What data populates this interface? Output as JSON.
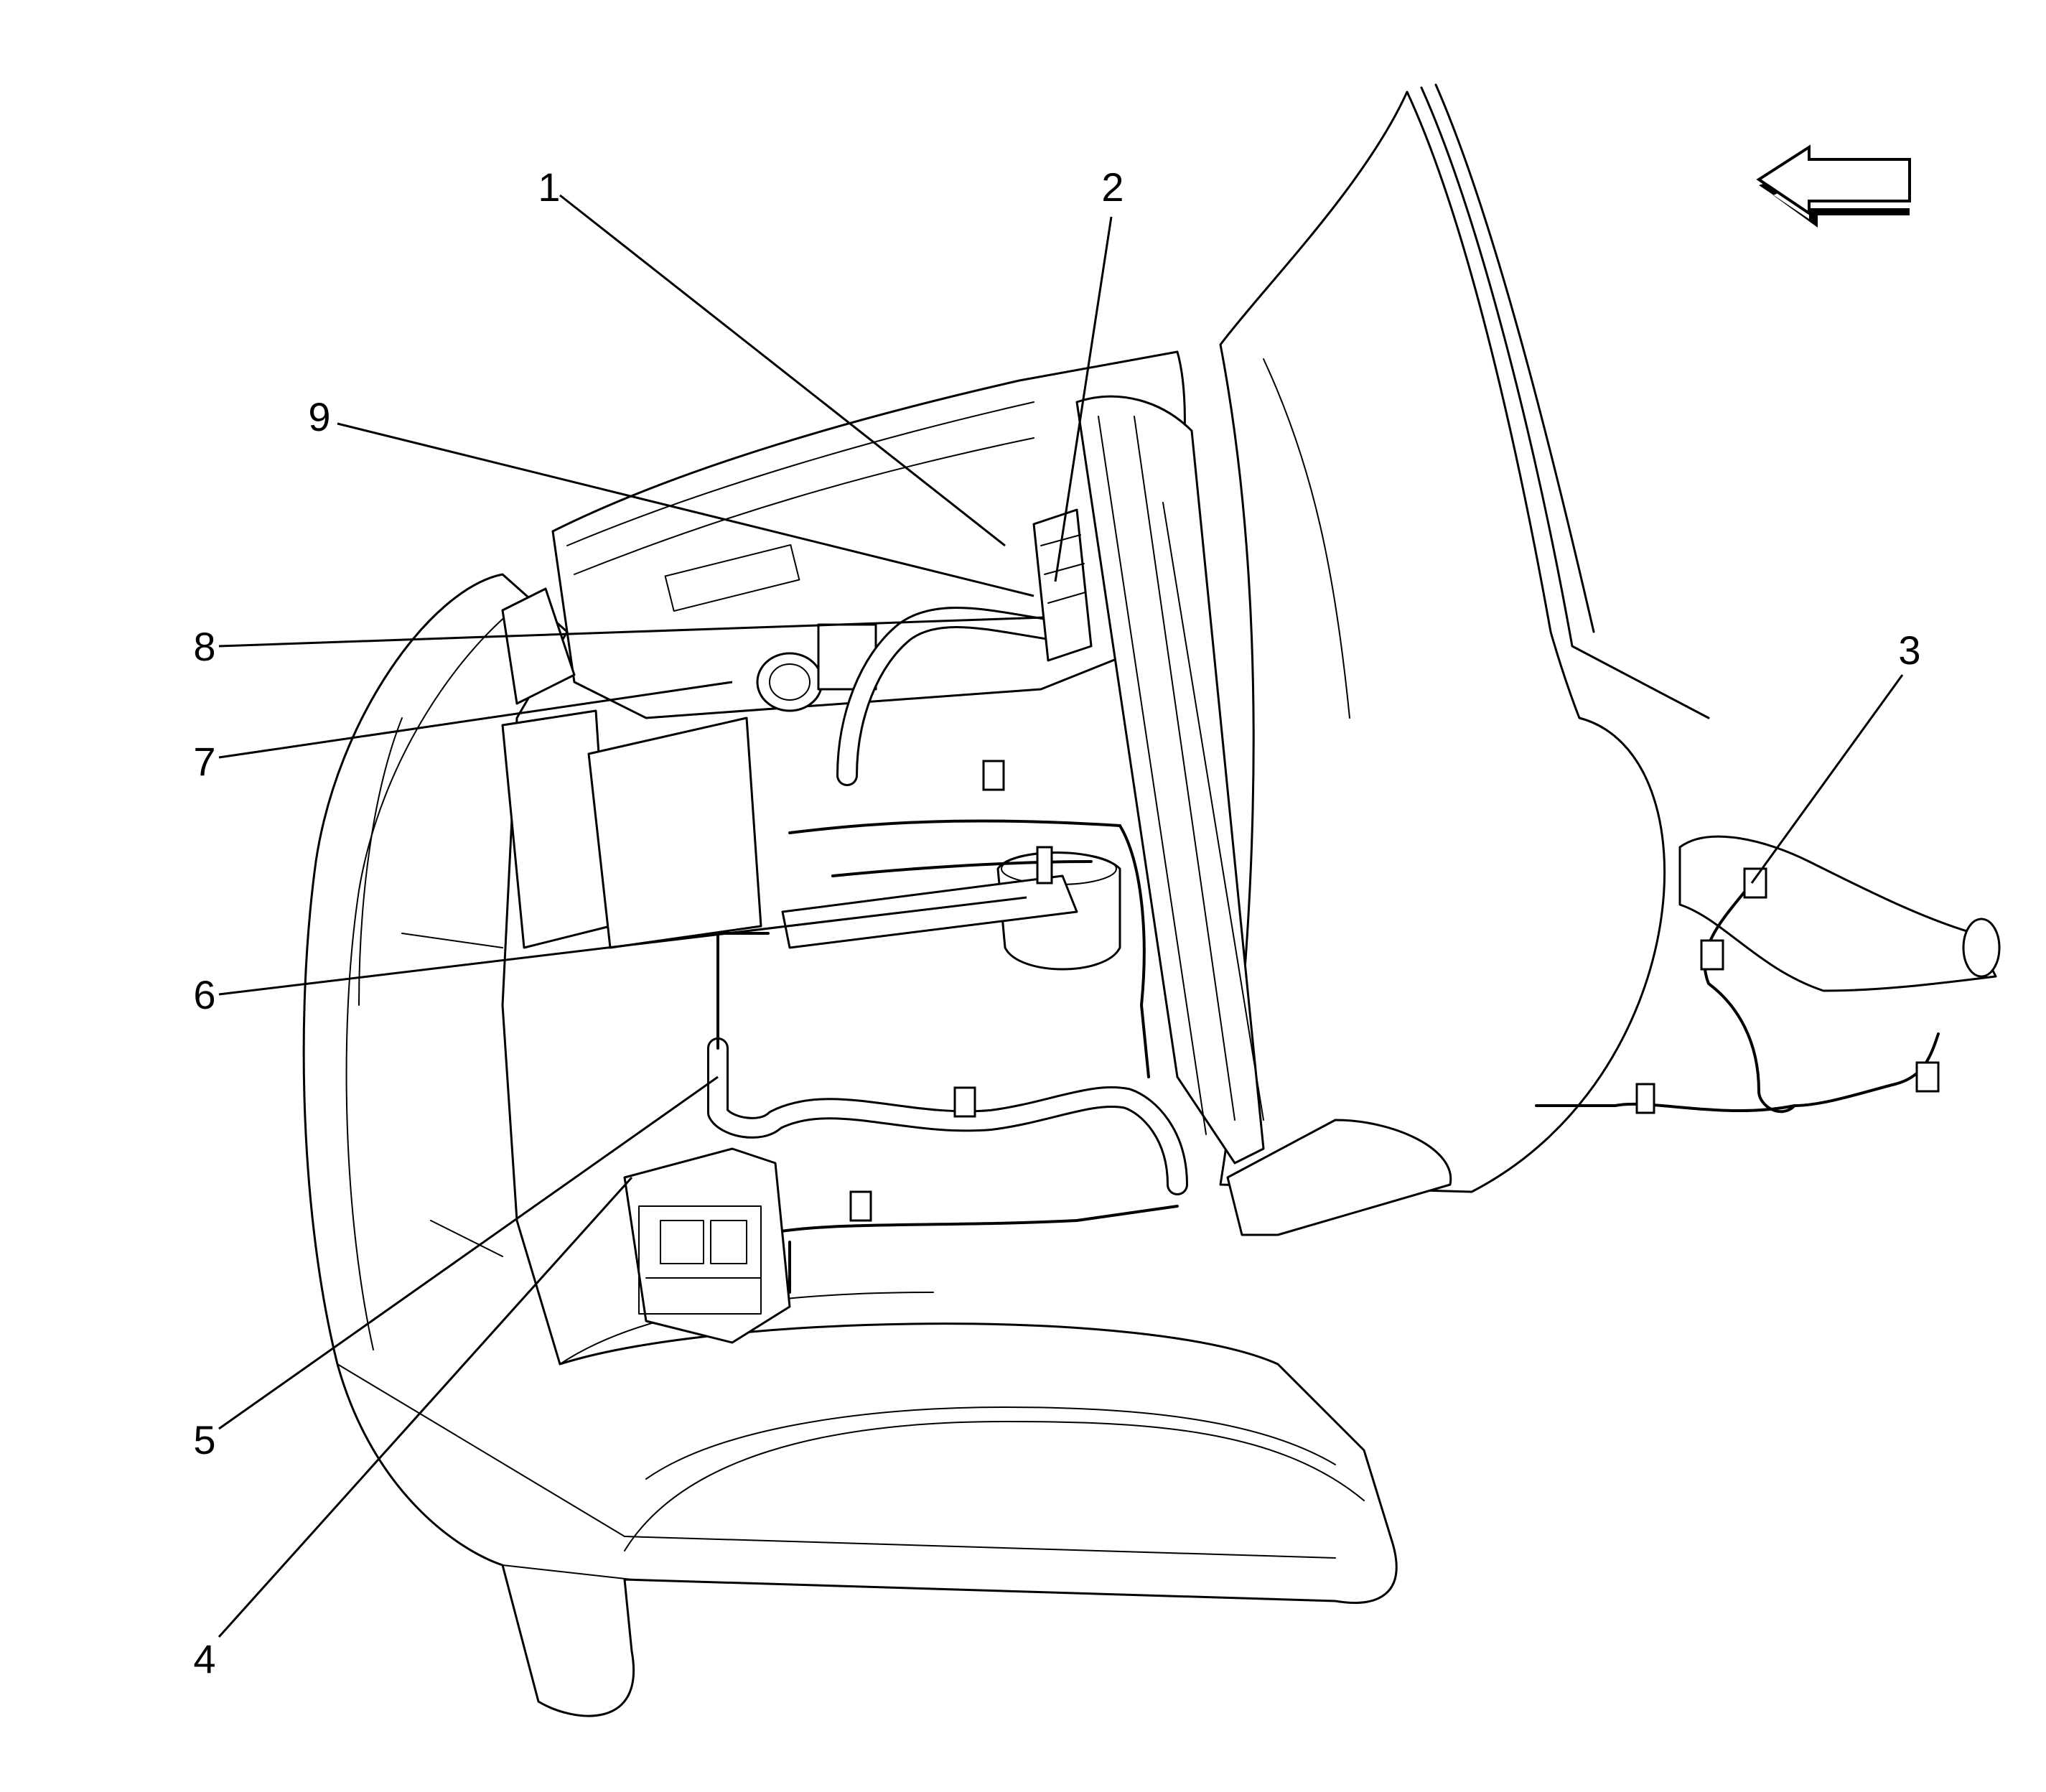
{
  "diagram": {
    "callouts": [
      {
        "id": "1",
        "label": "1"
      },
      {
        "id": "2",
        "label": "2"
      },
      {
        "id": "3",
        "label": "3"
      },
      {
        "id": "4",
        "label": "4"
      },
      {
        "id": "5",
        "label": "5"
      },
      {
        "id": "6",
        "label": "6"
      },
      {
        "id": "7",
        "label": "7"
      },
      {
        "id": "8",
        "label": "8"
      },
      {
        "id": "9",
        "label": "9"
      }
    ],
    "direction_arrow": {
      "icon": "left-arrow-icon",
      "meaning": "vehicle front direction"
    }
  }
}
